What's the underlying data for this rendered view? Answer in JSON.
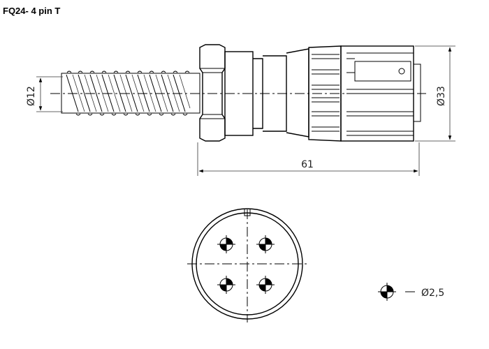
{
  "title": "FQ24- 4 pin T",
  "dimensions": {
    "cable_diameter": "Ø12",
    "connector_diameter": "Ø33",
    "overall_length": "61",
    "pin_diameter": "Ø2,5"
  },
  "pin_count": 4
}
